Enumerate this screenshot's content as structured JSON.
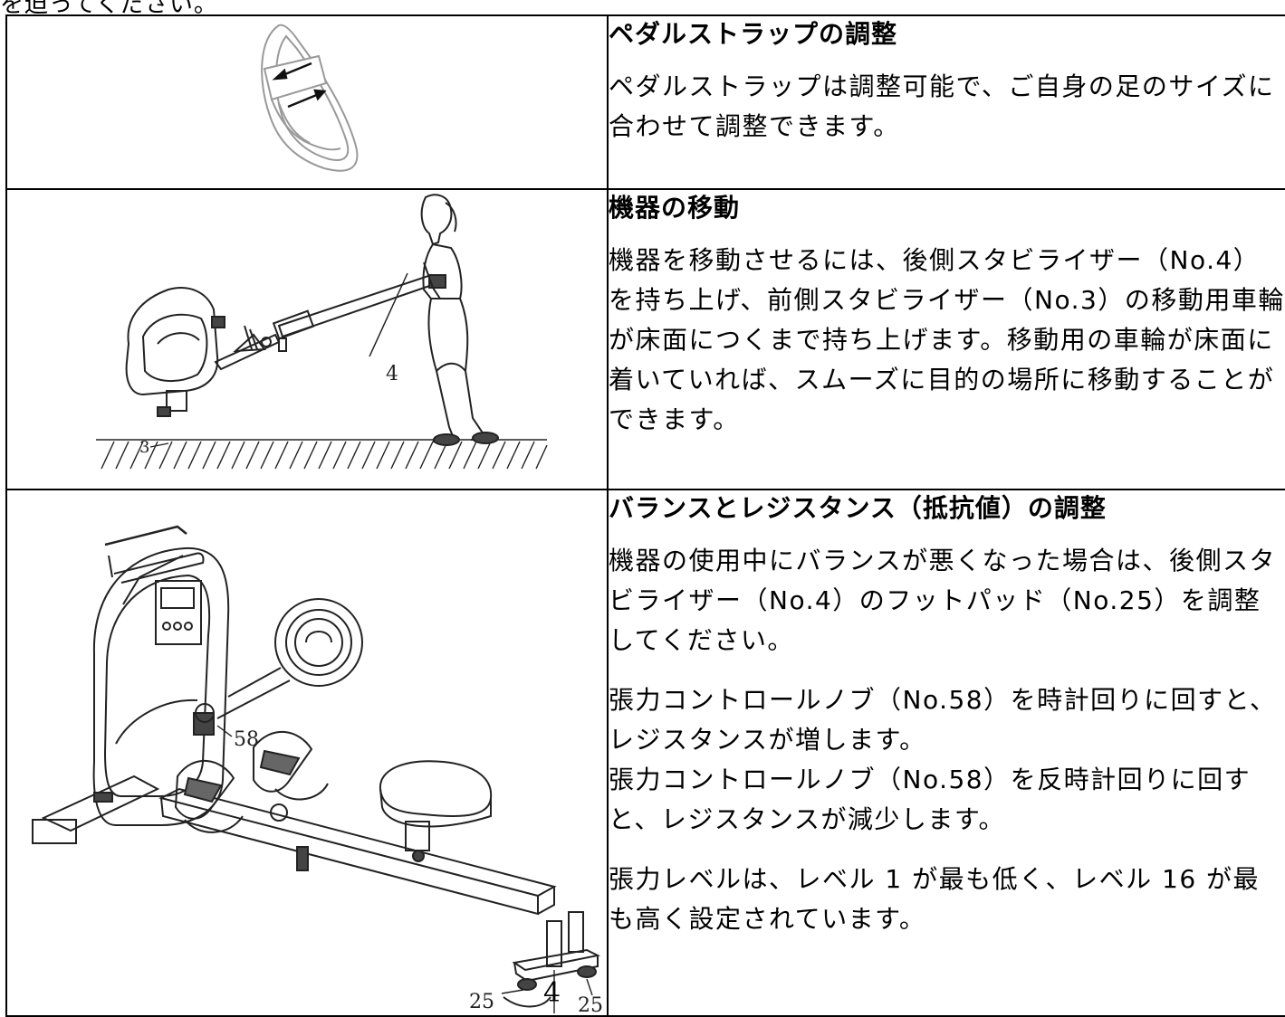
{
  "header": {
    "partial_line": "を迫ってください。"
  },
  "sections": [
    {
      "title": "ペダルストラップの調整",
      "paragraphs": [
        "ペダルストラップは調整可能で、ご自身の足のサイズに合わせて調整できます。"
      ]
    },
    {
      "title": "機器の移動",
      "paragraphs": [
        "機器を移動させるには、後側スタビライザー（No.4）を持ち上げ、前側スタビライザー（No.3）の移動用車輪が床面につくまで持ち上げます。移動用の車輪が床面に着いていれば、スムーズに目的の場所に移動することができます。"
      ],
      "figure_labels": {
        "rear_stabilizer": "4",
        "front_stabilizer": "3"
      }
    },
    {
      "title": "バランスとレジスタンス（抵抗値）の調整",
      "paragraphs": [
        "機器の使用中にバランスが悪くなった場合は、後側スタビライザー（No.4）のフットパッド（No.25）を調整してください。",
        "張力コントロールノブ（No.58）を時計回りに回すと、レジスタンスが増します。",
        "張力コントロールノブ（No.58）を反時計回りに回すと、レジスタンスが減少します。",
        "張力レベルは、レベル 1 が最も低く、レベル 16 が最も高く設定されています。"
      ],
      "figure_labels": {
        "knob": "58",
        "foot_pad_left": "25",
        "foot_pad_right": "25",
        "rear_stabilizer": "4"
      }
    }
  ]
}
